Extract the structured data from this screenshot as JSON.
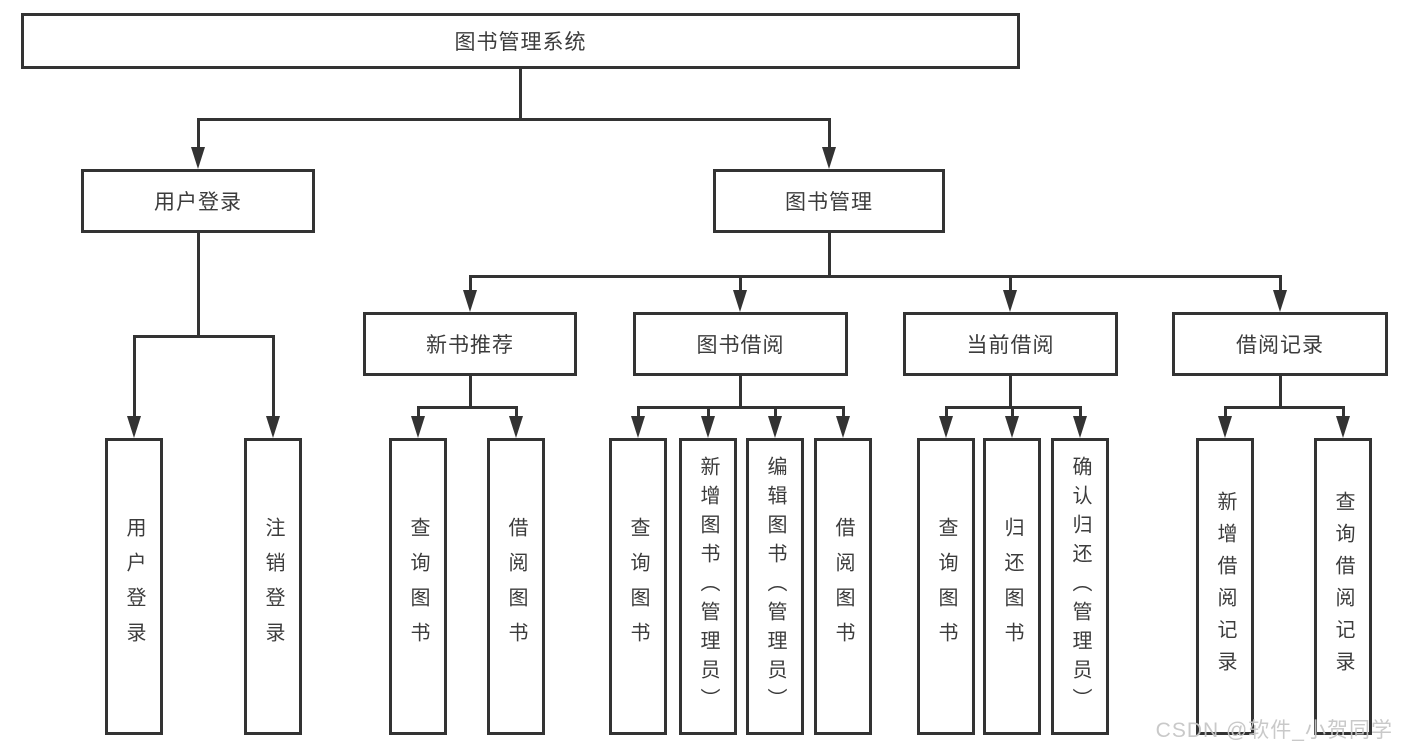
{
  "diagram": {
    "root": {
      "label": "图书管理系统"
    },
    "level1": {
      "user_login": {
        "label": "用户登录"
      },
      "book_mgmt": {
        "label": "图书管理"
      }
    },
    "level2": {
      "new_book": {
        "label": "新书推荐"
      },
      "book_borrow": {
        "label": "图书借阅"
      },
      "current_borrow": {
        "label": "当前借阅"
      },
      "borrow_record": {
        "label": "借阅记录"
      }
    },
    "leaves": {
      "user_login": [
        "用户登录",
        "注销登录"
      ],
      "new_book": [
        "查询图书",
        "借阅图书"
      ],
      "book_borrow": [
        "查询图书",
        "新增图书（管理员）",
        "编辑图书（管理员）",
        "借阅图书"
      ],
      "current_borrow": [
        "查询图书",
        "归还图书",
        "确认归还（管理员）"
      ],
      "borrow_record": [
        "新增借阅记录",
        "查询借阅记录"
      ]
    }
  },
  "watermark": {
    "text": "CSDN @软件_小贺同学"
  },
  "colors": {
    "line": "#333333",
    "text": "#3c3c3c",
    "watermark": "#c6c6c6",
    "background": "#ffffff"
  }
}
